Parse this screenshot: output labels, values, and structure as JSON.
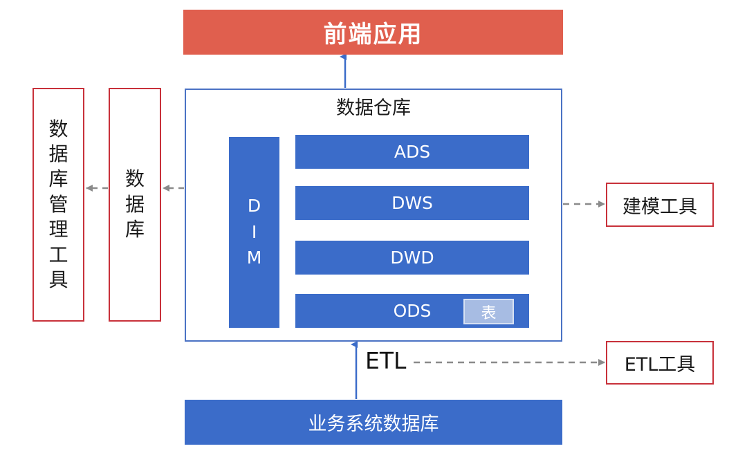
{
  "frontend": {
    "label": "前端应用"
  },
  "data_warehouse": {
    "title": "数据仓库",
    "dim_letters": [
      "D",
      "I",
      "M"
    ],
    "layers": [
      {
        "label": "ADS"
      },
      {
        "label": "DWS"
      },
      {
        "label": "DWD"
      },
      {
        "label": "ODS"
      }
    ],
    "ods_table_chip": "表"
  },
  "left": {
    "database_chars": [
      "数",
      "据",
      "库"
    ],
    "management_tool_chars": [
      "数",
      "据",
      "库",
      "管",
      "理",
      "工",
      "具"
    ]
  },
  "right": {
    "modeling_tool": "建模工具",
    "etl_tool": "ETL工具"
  },
  "bottom": {
    "business_db": "业务系统数据库",
    "etl_label": "ETL"
  },
  "colors": {
    "frontend": "#e05f4e",
    "layer_blue": "#3b6cc9",
    "frame_blue": "#4a72c4",
    "red_border": "#c8313a",
    "dashed_gray": "#8a8a8a"
  }
}
